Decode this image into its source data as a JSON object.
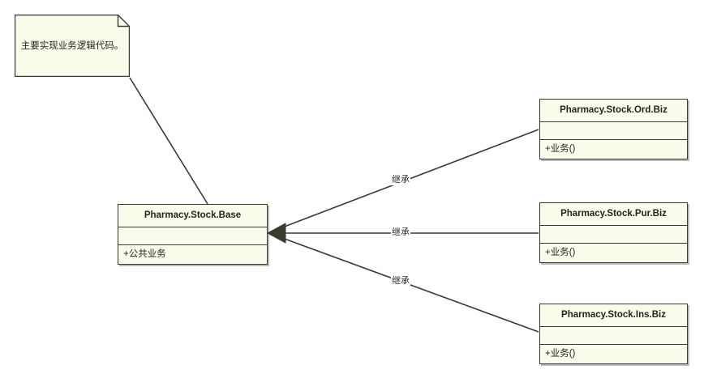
{
  "diagram": {
    "title": "UML class diagram",
    "background_color": "#ffffff",
    "node_fill_color": "#fbfbec",
    "node_border_color": "#3a3a35",
    "edge_color": "#3a3a35"
  },
  "note": {
    "text": "主要实现业务逻辑代码。",
    "fold_size": 14
  },
  "base_class": {
    "name": "Pharmacy.Stock.Base",
    "attributes": "",
    "operations": "+公共业务"
  },
  "derived_classes": [
    {
      "name": "Pharmacy.Stock.Ord.Biz",
      "attributes": "",
      "operations": "+业务()"
    },
    {
      "name": "Pharmacy.Stock.Pur.Biz",
      "attributes": "",
      "operations": "+业务()"
    },
    {
      "name": "Pharmacy.Stock.Ins.Biz",
      "attributes": "",
      "operations": "+业务()"
    }
  ],
  "edges": [
    {
      "label": "继承",
      "from": "Pharmacy.Stock.Ord.Biz",
      "to": "Pharmacy.Stock.Base"
    },
    {
      "label": "继承",
      "from": "Pharmacy.Stock.Pur.Biz",
      "to": "Pharmacy.Stock.Base"
    },
    {
      "label": "继承",
      "from": "Pharmacy.Stock.Ins.Biz",
      "to": "Pharmacy.Stock.Base"
    }
  ]
}
